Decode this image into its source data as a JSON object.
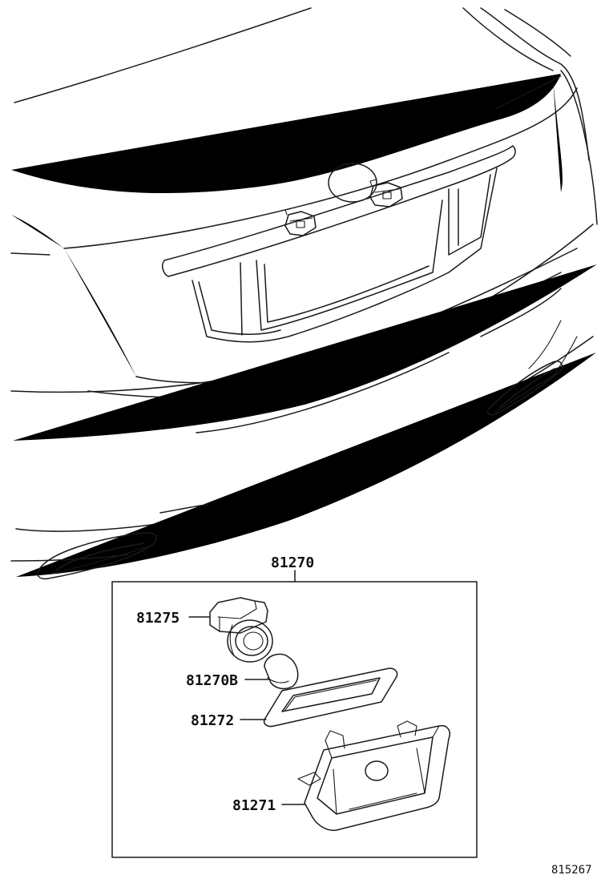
{
  "callouts": {
    "assembly": "81270",
    "socket": "81275",
    "bulb": "81270B",
    "gasket": "81272",
    "housing": "81271"
  },
  "figure_id": "815267",
  "colors": {
    "line": "#1a1a1a",
    "background": "#ffffff"
  }
}
